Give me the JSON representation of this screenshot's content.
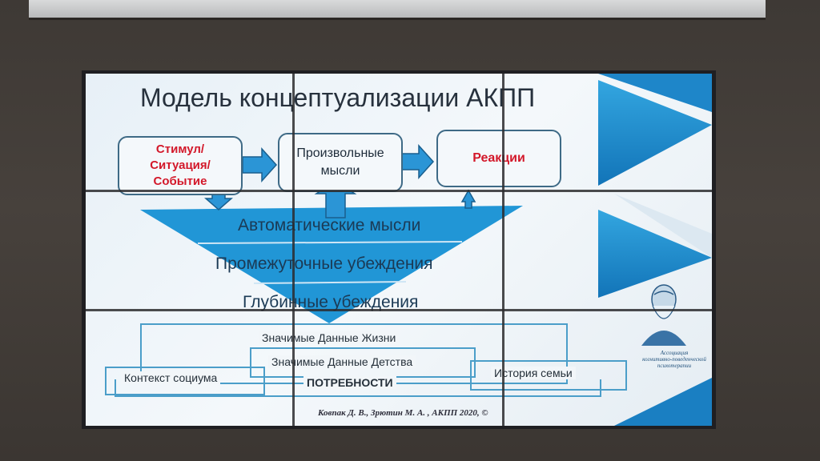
{
  "slide": {
    "title": "Модель концептуализации АКПП",
    "stimulus": [
      "Стимул/",
      "Ситуация/",
      "Событие"
    ],
    "thoughts": [
      "Произвольные",
      "мысли"
    ],
    "reactions": "Реакции",
    "levels": [
      "Автоматические мысли",
      "Промежуточные убеждения",
      "Глубинные убеждения"
    ],
    "life_data": "Значимые Данные Жизни",
    "childhood_data": "Значимые Данные Детства",
    "social_context": "Контекст социума",
    "family_history": "История семьи",
    "needs": "ПОТРЕБНОСТИ",
    "footer": "Ковпак Д. В., Зрютин М. А. , АКПП 2020, ©",
    "association_text": [
      "Ассоциация",
      "когнитивно-поведенческой",
      "психотерапии"
    ]
  },
  "colors": {
    "accent_blue": "#1f8fd0",
    "reaction_red": "#d3182a",
    "title_dark": "#27313d"
  }
}
